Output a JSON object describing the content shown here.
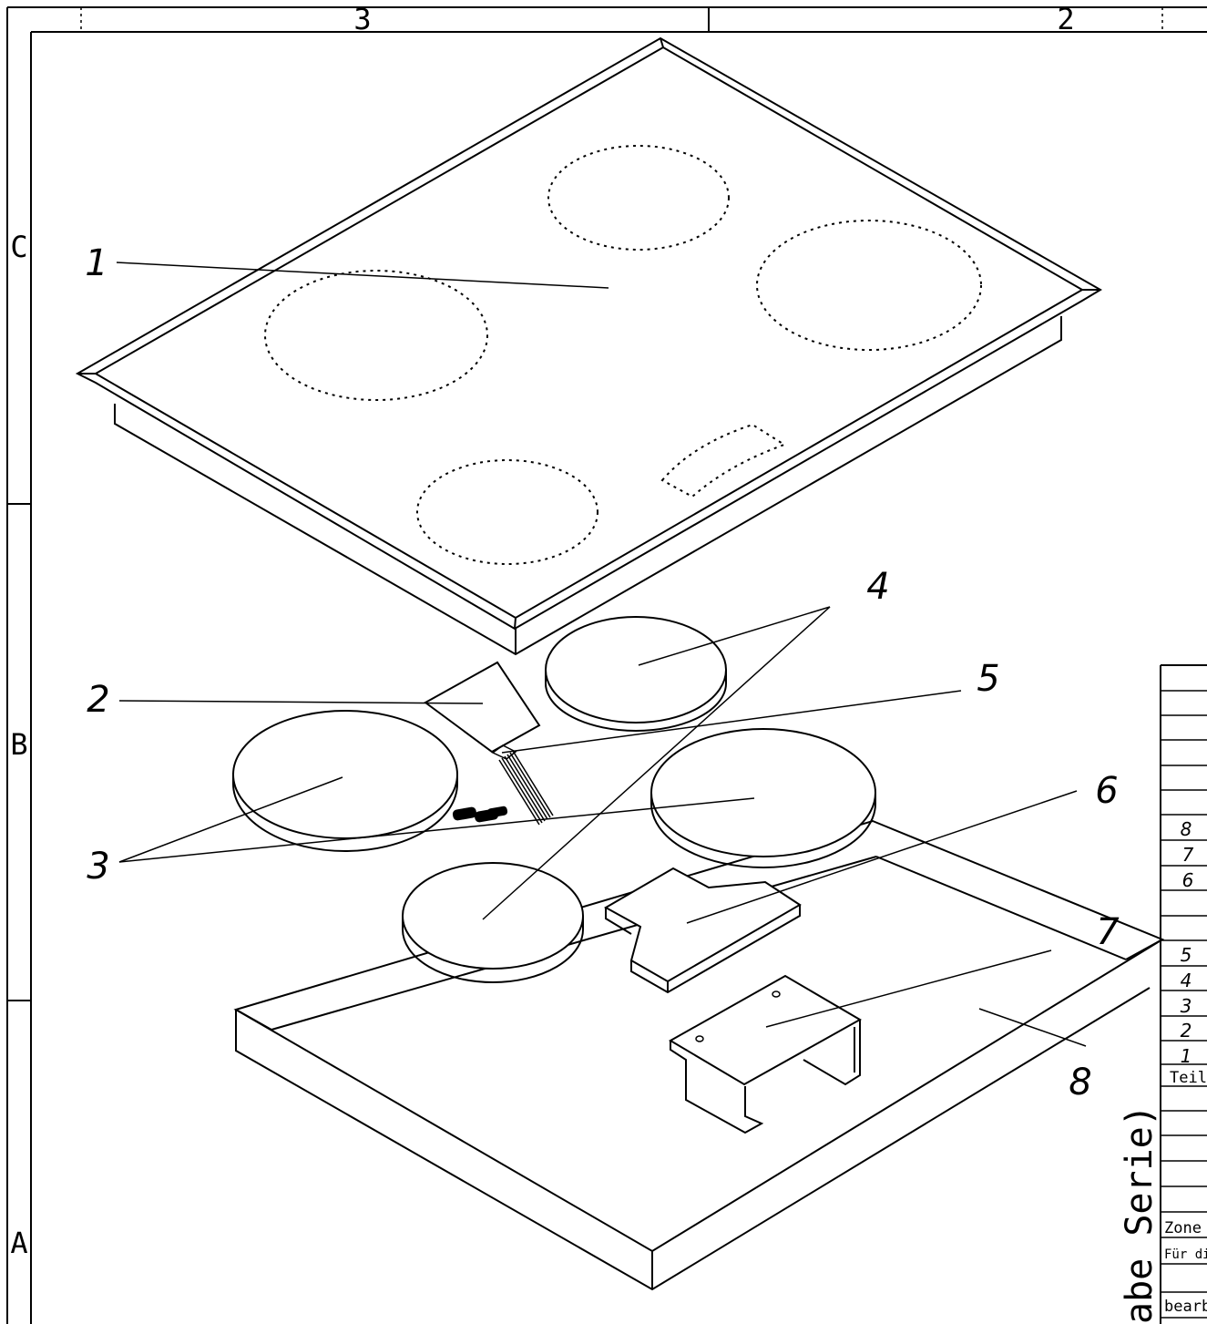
{
  "frame": {
    "column_labels": [
      "3",
      "2"
    ],
    "row_labels": [
      "C",
      "B",
      "A"
    ]
  },
  "callouts": {
    "c1": "1",
    "c2": "2",
    "c3": "3",
    "c4": "4",
    "c5": "5",
    "c6": "6",
    "c7": "7",
    "c8": "8"
  },
  "title_block": {
    "part_numbers": [
      "8",
      "7",
      "6",
      "5",
      "4",
      "3",
      "2",
      "1"
    ],
    "teil_label": "Teil",
    "zone_label": "Zone",
    "fuer_label": "Für di",
    "bearb_label": "bearb",
    "vertical_text": "abe Serie)"
  }
}
